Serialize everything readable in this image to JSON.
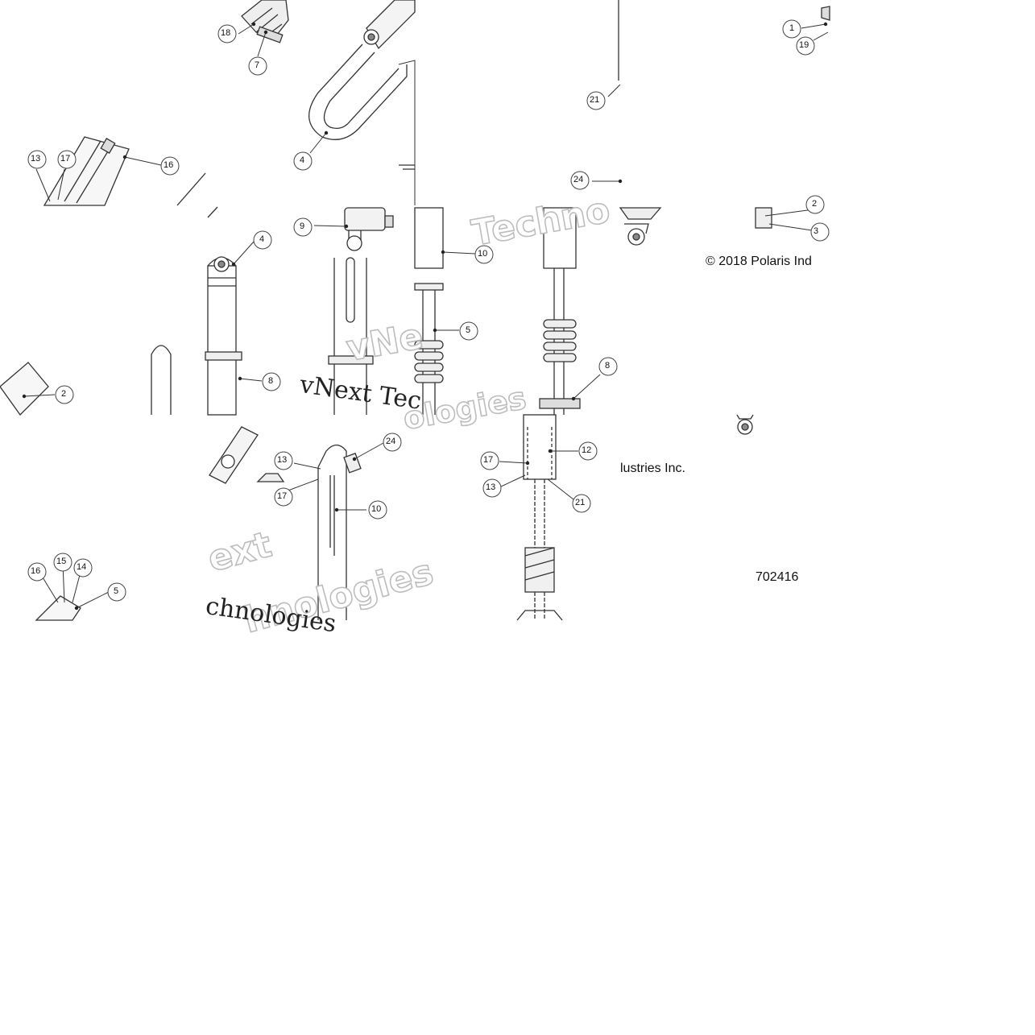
{
  "copyright_line1": "© 2018 Polaris Ind",
  "copyright_line2": "lustries Inc.",
  "figure_number": "702416",
  "watermark": {
    "serif_line1": "vNext Tec",
    "serif_line2": "chnologies",
    "outline_a": "Techno",
    "outline_b": "vNe",
    "outline_c": "ologies",
    "outline_d": "ext",
    "outline_e": "hnologies"
  },
  "callouts": [
    {
      "id": "c1",
      "label": "18"
    },
    {
      "id": "c2",
      "label": "7"
    },
    {
      "id": "c3",
      "label": "4"
    },
    {
      "id": "c4",
      "label": "21"
    },
    {
      "id": "c5",
      "label": "1"
    },
    {
      "id": "c6",
      "label": "19"
    },
    {
      "id": "c7",
      "label": "13"
    },
    {
      "id": "c8",
      "label": "17"
    },
    {
      "id": "c9",
      "label": "16"
    },
    {
      "id": "c10",
      "label": "24"
    },
    {
      "id": "c11",
      "label": "2"
    },
    {
      "id": "c12",
      "label": "3"
    },
    {
      "id": "c13",
      "label": "9"
    },
    {
      "id": "c14",
      "label": "4"
    },
    {
      "id": "c15",
      "label": "10"
    },
    {
      "id": "c16",
      "label": "5"
    },
    {
      "id": "c17",
      "label": "8"
    },
    {
      "id": "c18",
      "label": "8"
    },
    {
      "id": "c19",
      "label": "24"
    },
    {
      "id": "c20",
      "label": "13"
    },
    {
      "id": "c21",
      "label": "17"
    },
    {
      "id": "c22",
      "label": "10"
    },
    {
      "id": "c23",
      "label": "17"
    },
    {
      "id": "c24",
      "label": "12"
    },
    {
      "id": "c25",
      "label": "13"
    },
    {
      "id": "c26",
      "label": "21"
    },
    {
      "id": "c27",
      "label": "16"
    },
    {
      "id": "c28",
      "label": "15"
    },
    {
      "id": "c29",
      "label": "14"
    },
    {
      "id": "c30",
      "label": "5"
    },
    {
      "id": "c31",
      "label": "2"
    }
  ]
}
